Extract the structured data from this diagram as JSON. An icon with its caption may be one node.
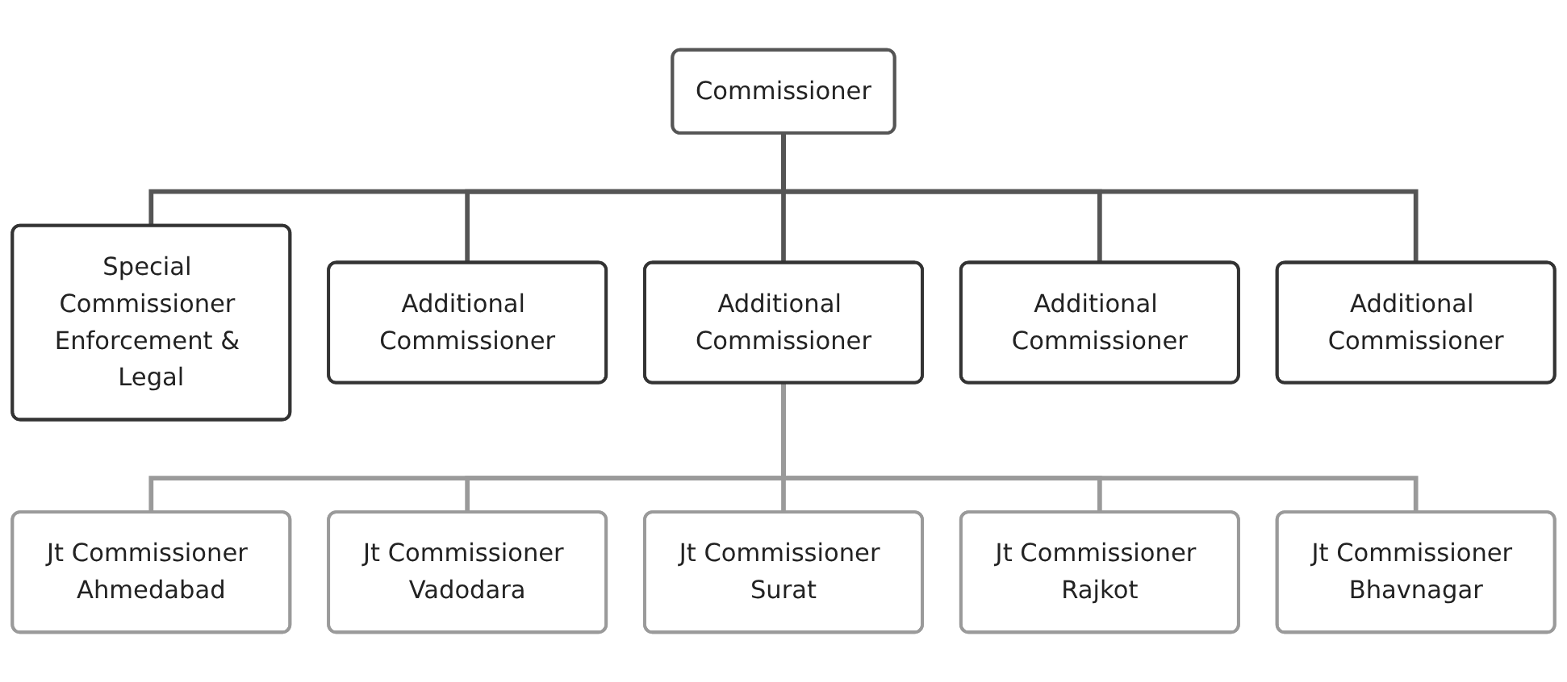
{
  "diagram": {
    "nodes": [
      {
        "text": [
          "Commissioner"
        ]
      },
      {
        "text": [
          "Special Commissioner Enforcement & Legal"
        ]
      },
      {
        "text": [
          "Additional Commissioner"
        ]
      },
      {
        "text": [
          "Additional Commissioner"
        ]
      },
      {
        "text": [
          "Additional Commissioner"
        ]
      },
      {
        "text": [
          "Additional Commissioner"
        ]
      },
      {
        "text": [
          "Jt Commissioner Ahmedabad"
        ]
      },
      {
        "text": [
          "Jt Commissioner Vadodara"
        ]
      },
      {
        "text": [
          "Jt Commissioner Surat"
        ]
      },
      {
        "text": [
          "Jt Commissioner Rajkot"
        ]
      },
      {
        "text": [
          "Jt Commissioner Bhavnagar"
        ]
      }
    ],
    "edges": [
      {
        "from": 0,
        "to": 1,
        "arrow": "none"
      },
      {
        "from": 0,
        "to": 2,
        "arrow": "none"
      },
      {
        "from": 0,
        "to": 3,
        "arrow": "none"
      },
      {
        "from": 0,
        "to": 4,
        "arrow": "none"
      },
      {
        "from": 0,
        "to": 5,
        "arrow": "none"
      },
      {
        "from": 3,
        "to": 6,
        "arrow": "none"
      },
      {
        "from": 3,
        "to": 7,
        "arrow": "none"
      },
      {
        "from": 3,
        "to": 8,
        "arrow": "none"
      },
      {
        "from": 3,
        "to": 9,
        "arrow": "none"
      },
      {
        "from": 3,
        "to": 10,
        "arrow": "none"
      }
    ]
  }
}
